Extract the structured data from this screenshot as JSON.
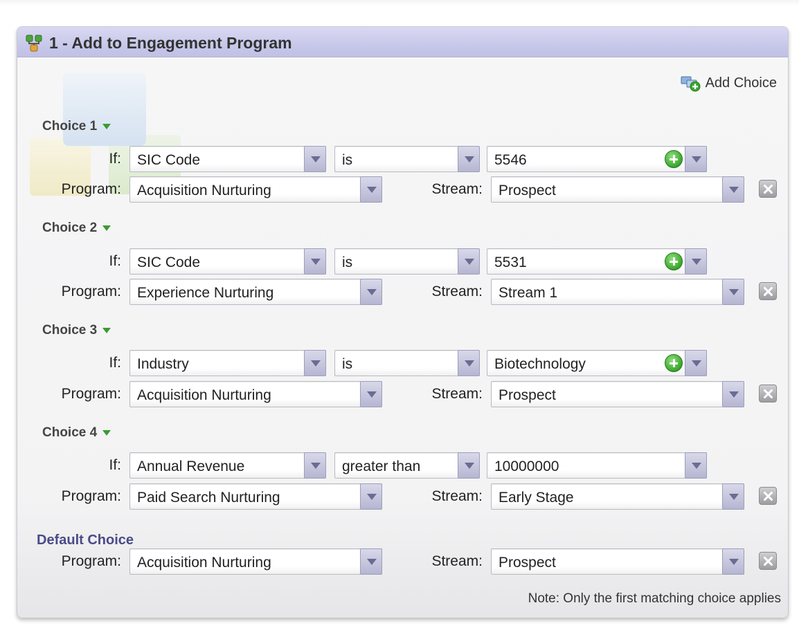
{
  "panel": {
    "title": "1 - Add to Engagement Program",
    "add_choice_label": "Add Choice",
    "note": "Note: Only the first matching choice applies"
  },
  "labels": {
    "if": "If:",
    "program": "Program:",
    "stream": "Stream:"
  },
  "choices": [
    {
      "label": "Choice 1",
      "field": "SIC Code",
      "operator": "is",
      "value": "5546",
      "program": "Acquisition Nurturing",
      "stream": "Prospect"
    },
    {
      "label": "Choice 2",
      "field": "SIC Code",
      "operator": "is",
      "value": "5531",
      "program": "Experience Nurturing",
      "stream": "Stream 1"
    },
    {
      "label": "Choice 3",
      "field": "Industry",
      "operator": "is",
      "value": "Biotechnology",
      "program": "Acquisition Nurturing",
      "stream": "Prospect"
    },
    {
      "label": "Choice 4",
      "field": "Annual Revenue",
      "operator": "greater than",
      "value": "10000000",
      "program": "Paid Search Nurturing",
      "stream": "Early Stage"
    }
  ],
  "default_choice": {
    "label": "Default Choice",
    "program": "Acquisition Nurturing",
    "stream": "Prospect"
  },
  "icons": {
    "header": "flow-tree-icon",
    "add_choice": "add-choice-icon",
    "add_value": "plus-circle-icon",
    "delete": "delete-icon",
    "expand": "triangle-down-icon"
  },
  "colors": {
    "header_bg": "#c8c8ea",
    "default_label": "#4a4a8a",
    "plus_green": "#3aa52c",
    "select_button": "#b6b6d2"
  }
}
